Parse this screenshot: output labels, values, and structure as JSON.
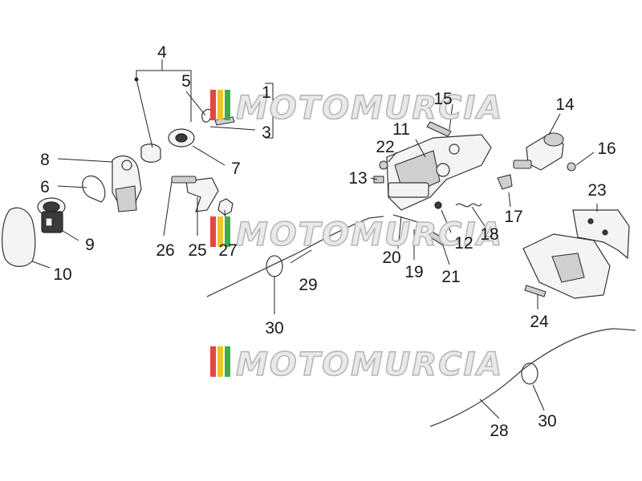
{
  "watermark": {
    "text": "MOTOMURCIA",
    "stripe_colors": [
      "#e8453c",
      "#f2c230",
      "#3cae4a"
    ]
  },
  "callouts": {
    "c1": "1",
    "c3": "3",
    "c4": "4",
    "c5": "5",
    "c6": "6",
    "c7": "7",
    "c8": "8",
    "c9": "9",
    "c10": "10",
    "c11": "11",
    "c12": "12",
    "c13": "13",
    "c14": "14",
    "c15": "15",
    "c16": "16",
    "c17": "17",
    "c18": "18",
    "c19": "19",
    "c20": "20",
    "c21": "21",
    "c22": "22",
    "c23": "23",
    "c24": "24",
    "c25": "25",
    "c26": "26",
    "c27": "27",
    "c28": "28",
    "c29": "29",
    "c30a": "30",
    "c30b": "30"
  }
}
